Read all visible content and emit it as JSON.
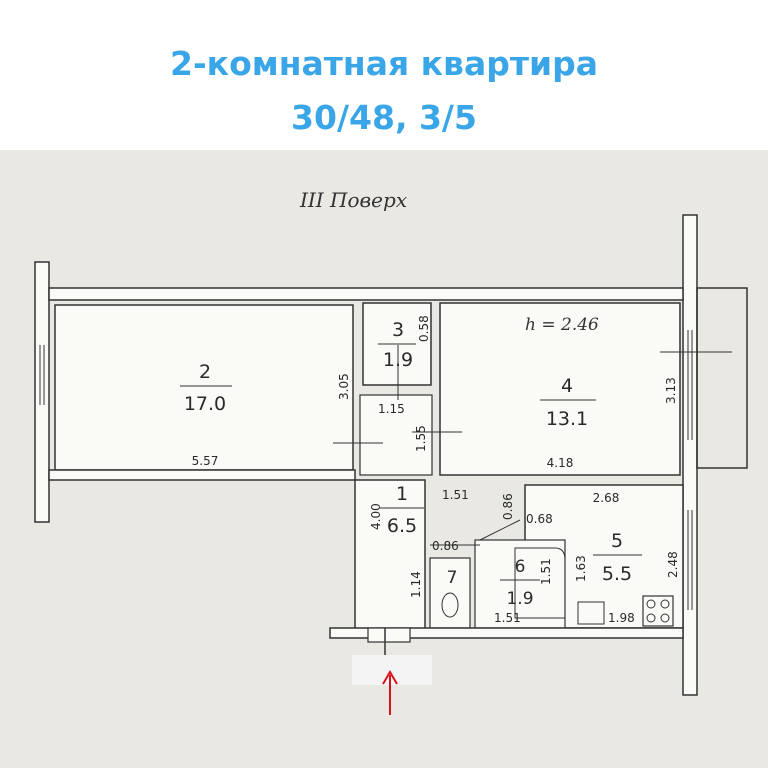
{
  "header": {
    "title_line1": "2-комнатная квартира",
    "title_line2": "30/48, 3/5"
  },
  "plan": {
    "floor_label": "III Поверх",
    "ceiling_height": "h = 2.46",
    "rooms": [
      {
        "number": "2",
        "area": "17.0"
      },
      {
        "number": "3",
        "area": "1.9"
      },
      {
        "number": "4",
        "area": "13.1"
      },
      {
        "number": "1",
        "area": "6.5"
      },
      {
        "number": "5",
        "area": "5.5"
      },
      {
        "number": "7",
        "area": ""
      },
      {
        "number": "6",
        "area": "1.9"
      }
    ],
    "dimensions": {
      "room2_height": "3.05",
      "room2_width": "5.57",
      "room3_height": "0.58",
      "corridor_width": "1.15",
      "corridor_height": "1.55",
      "room4_height": "3.13",
      "room4_width": "4.18",
      "hall_height": "4.00",
      "hall_width": "1.51",
      "d086a": "0.86",
      "d068": "0.68",
      "kitchen_width": "2.68",
      "kitchen_height": "2.48",
      "d086b": "0.86",
      "d114": "1.14",
      "d151v": "1.51",
      "d151h": "1.51",
      "d163": "1.63",
      "d198": "1.98"
    },
    "entrance_arrow_color": "#d9131d"
  }
}
